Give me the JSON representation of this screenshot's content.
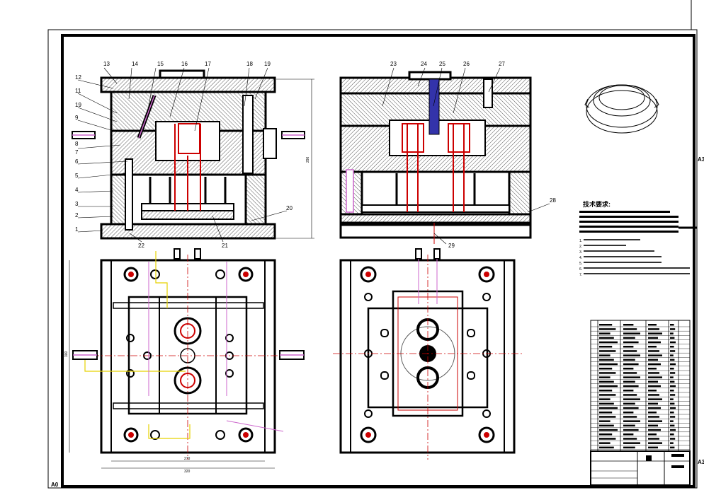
{
  "part_numbers": [
    "13",
    "14",
    "15",
    "16",
    "17",
    "18",
    "19",
    "12",
    "11",
    "19",
    "9",
    "8",
    "7",
    "6",
    "5",
    "4",
    "3",
    "2",
    "1",
    "22",
    "21",
    "20",
    "23",
    "24",
    "25",
    "26",
    "27",
    "28",
    "29"
  ],
  "dimensions": {
    "height": "296",
    "width_inner": "270",
    "width_outer": "320",
    "side": "300"
  },
  "tech_requirements_title": "技术要求:",
  "tech_notes": [
    "1.",
    "2.",
    "3.",
    "4.",
    "5.",
    "6.",
    "7."
  ],
  "corner_labels": {
    "a3_top": "A3",
    "a3_mid": "A3",
    "a0_bottom_left": "A0"
  },
  "colors": {
    "line": "#000000",
    "hatch": "#555555",
    "red": "#ff0000",
    "purple": "#cc66cc",
    "yellow": "#e6d200",
    "blue": "#3333aa"
  }
}
